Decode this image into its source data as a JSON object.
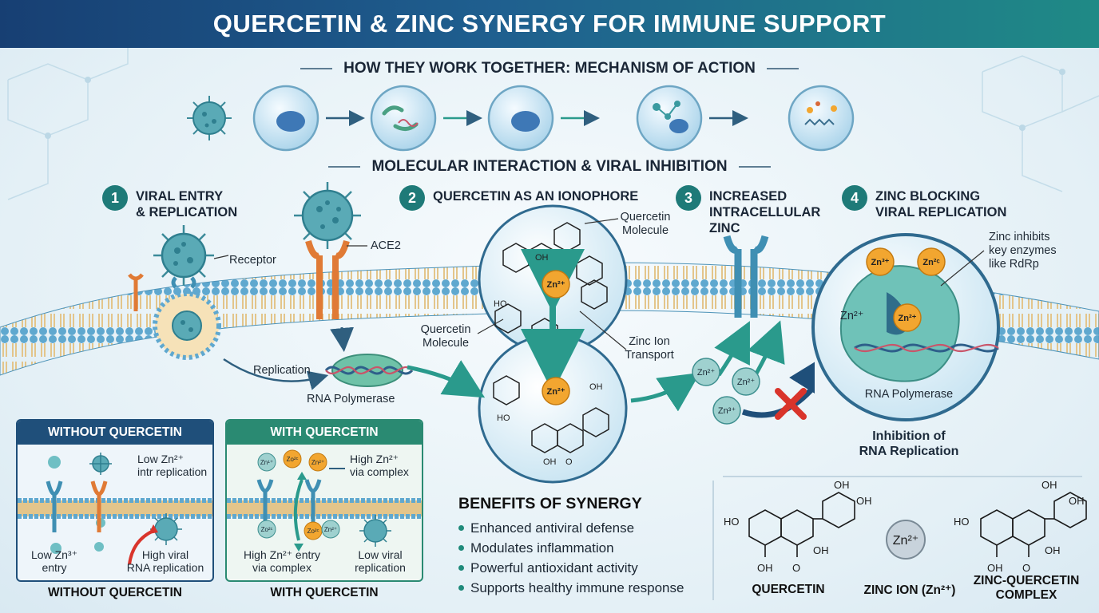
{
  "title": "QUERCETIN & ZINC SYNERGY FOR IMMUNE SUPPORT",
  "section_mechanism": "HOW THEY WORK TOGETHER: MECHANISM OF ACTION",
  "section_molecular": "MOLECULAR INTERACTION & VIRAL INHIBITION",
  "steps": [
    {
      "num": "1",
      "title_line1": "VIRAL ENTRY",
      "title_line2": "& REPLICATION"
    },
    {
      "num": "2",
      "title_line1": "QUERCETIN AS AN IONOPHORE",
      "title_line2": ""
    },
    {
      "num": "3",
      "title_line1": "INCREASED",
      "title_line2": "INTRACELLULAR",
      "title_line3": "ZINC"
    },
    {
      "num": "4",
      "title_line1": "ZINC BLOCKING",
      "title_line2": "VIRAL REPLICATION"
    }
  ],
  "labels": {
    "receptor": "Receptor",
    "ace2": "ACE2",
    "replication": "Replication",
    "rna_polymerase": "RNA Polymerase",
    "quercetin_molecule_1": "Quercetin Molecule",
    "quercetin_molecule_2": "Quercetin Molecule",
    "zinc_ion_transport": "Zinc Ion Transport",
    "zinc_inhibits": "Zinc inhibits key enzymes like RdRp",
    "rna_polymerase_4": "RNA Polymerase",
    "inhibition_l1": "Inhibition of",
    "inhibition_l2": "RNA Replication",
    "zn_cell": "Zn²⁺",
    "zn_ion_1": "Zn²⁺",
    "zn_ion_2": "Zn²⁺",
    "zn_ion_3": "Zn³⁺",
    "zn_ion_4": "Zn²⁺",
    "zn_ion_big": "Zn²⁺",
    "zn_enzyme_1": "Zn³⁺",
    "zn_enzyme_2": "Zn²ᶜ",
    "zn_enzyme_3": "Zn²⁺"
  },
  "panel_without": {
    "header": "WITHOUT QUERCETIN",
    "label_low_entry_l1": "Low Zn²⁺",
    "label_low_entry_l2": "intr replication",
    "label_low_zn_l1": "Low Zn³⁺",
    "label_low_zn_l2": "entry",
    "label_high_viral_l1": "High viral",
    "label_high_viral_l2": "RNA replication",
    "caption": "WITHOUT QUERCETIN"
  },
  "panel_with": {
    "header": "WITH QUERCETIN",
    "label_high_zn_l1": "High Zn²⁺",
    "label_high_zn_l2": "via complex",
    "label_high_entry_l1": "High Zn²⁺ entry",
    "label_high_entry_l2": "via complex",
    "label_low_viral_l1": "Low viral",
    "label_low_viral_l2": "replication",
    "ion_a": "Zn¹⁺",
    "ion_b": "Zo²ᶜ",
    "ion_c": "Zn²⁺",
    "ion_d": "Zo²ᶜ",
    "ion_e": "Zo²ᶜ",
    "ion_f": "Zn²⁺",
    "caption": "WITH QUERCETIN"
  },
  "benefits": {
    "title": "BENEFITS OF SYNERGY",
    "items": [
      "Enhanced antiviral defense",
      "Modulates inflammation",
      "Powerful antioxidant activity",
      "Supports healthy immune response"
    ]
  },
  "structures": {
    "quercetin_caption": "QUERCETIN",
    "zinc_caption": "ZINC ION (Zn²⁺)",
    "complex_caption_l1": "ZINC-QUERCETIN",
    "complex_caption_l2": "COMPLEX",
    "zinc_symbol": "Zn²⁺",
    "oh": "OH",
    "ho": "HO",
    "o": "O"
  },
  "colors": {
    "banner_start": "#173f73",
    "banner_end": "#1f8a86",
    "step_badge": "#1e7a78",
    "zinc_orange": "#f2a630",
    "virus_teal": "#4f9fae",
    "membrane_tan": "#e3c58b",
    "membrane_head": "#5fa8cf",
    "receptor_orange": "#e07a35",
    "receptor_blue": "#3f8fb3",
    "arrow_teal": "#2a9a8c",
    "block_red": "#d9342b",
    "panel_without_header": "#1f4f7a",
    "panel_with_header": "#2a8a72"
  }
}
